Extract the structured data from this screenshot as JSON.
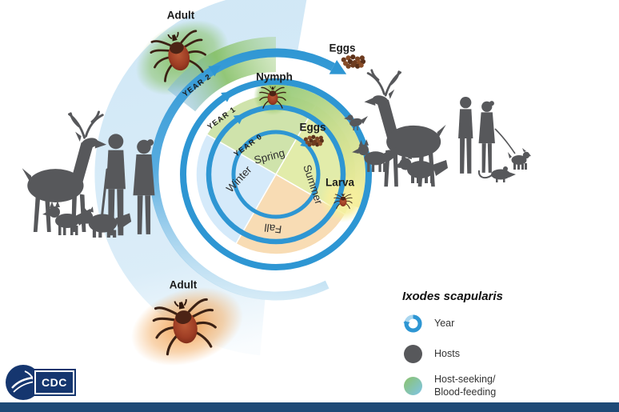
{
  "stages": {
    "adult_top": "Adult",
    "eggs_top": "Eggs",
    "nymph": "Nymph",
    "eggs_inner": "Eggs",
    "larva": "Larva",
    "adult_bottom": "Adult"
  },
  "years": {
    "y0": "Year 0",
    "y1": "Year 1",
    "y2": "Year 2"
  },
  "seasons": {
    "spring": "Spring",
    "summer": "Summer",
    "fall": "Fall",
    "winter": "Winter"
  },
  "legend": {
    "title": "Ixodes scapularis",
    "year_label": "Year",
    "hosts_label": "Hosts",
    "host_seeking_line1": "Host-seeking/",
    "host_seeking_line2": "Blood-feeding"
  },
  "logo": {
    "cdc": "CDC"
  },
  "colors": {
    "spring": "#cfe3ab",
    "summer": "#e2ecaa",
    "fall": "#f8dcb4",
    "winter": "#d5eafa",
    "arrow_blue": "#2e96d3",
    "pale_blue": "#d9ecf8",
    "host_gray": "#57585b",
    "host_seeking_green": "#8cc36a",
    "blood_feeding_blue": "#7fc4e8",
    "adult_fall_orange": "#ee9a4c",
    "larva_yellow": "#f6ef9d",
    "bottom_bar": "#1e4976"
  }
}
